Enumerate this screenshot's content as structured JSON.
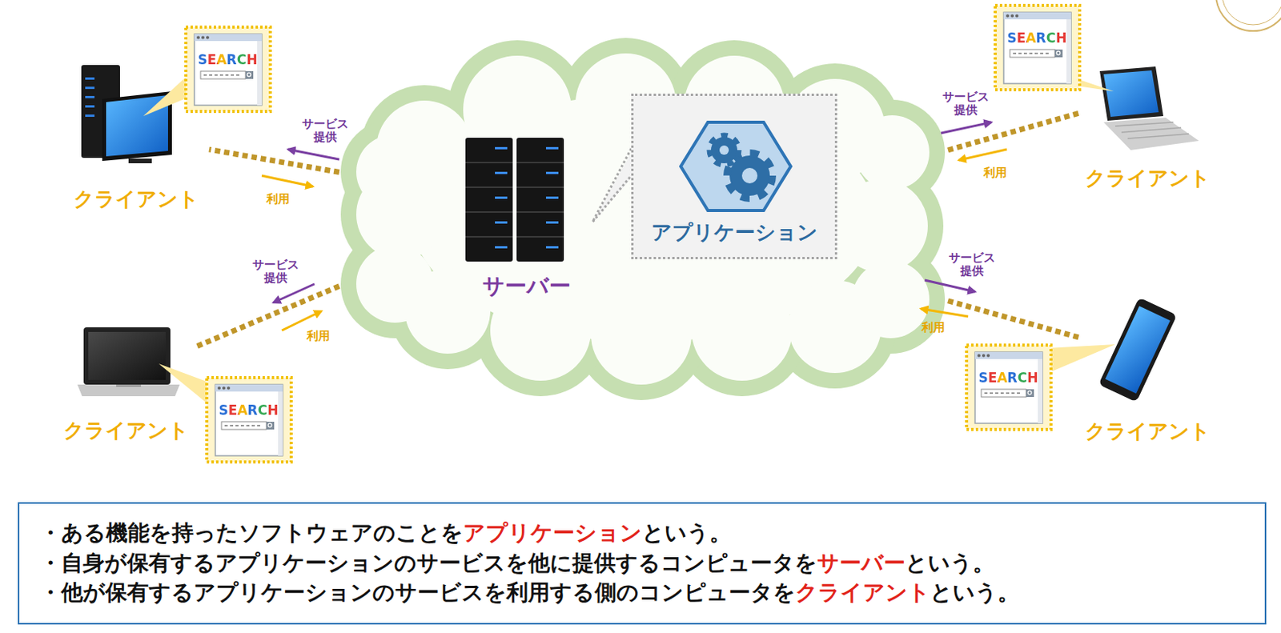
{
  "diagram": {
    "nodes": [
      {
        "text": [
          "クライアント"
        ]
      },
      {
        "text": [
          "サーバー"
        ]
      },
      {
        "text": [
          "アプリケーション"
        ],
        "in": 1
      },
      {
        "text": [
          "クライアント"
        ]
      },
      {
        "text": [
          "クライアント"
        ]
      },
      {
        "text": [
          "クライアント"
        ]
      },
      {
        "text": [
          "・ある機能を持ったソフトウェアのことを",
          "アプリケーション",
          "という。",
          "・自身が保有するアプリケーションのサービスを他に提供するコンピュータを",
          "サーバー",
          "という。",
          "・他が保有するアプリケーションのサービスを利用する側のコンピュータを",
          "クライアント",
          "という。"
        ]
      }
    ],
    "edges": [
      {
        "from": 1,
        "to": 0,
        "arrow": "none"
      },
      {
        "from": 1,
        "to": 3,
        "arrow": "none"
      },
      {
        "from": 1,
        "to": 4,
        "arrow": "none"
      },
      {
        "from": 1,
        "to": 5,
        "arrow": "none"
      }
    ],
    "labels": [
      "SEARCH",
      "サービス 提供",
      "利用",
      "SEARCH",
      "サービス 提供",
      "利用",
      "SEARCH",
      "サービス 提供",
      "利用",
      "SEARCH",
      "サービス 提供",
      "利用"
    ]
  }
}
